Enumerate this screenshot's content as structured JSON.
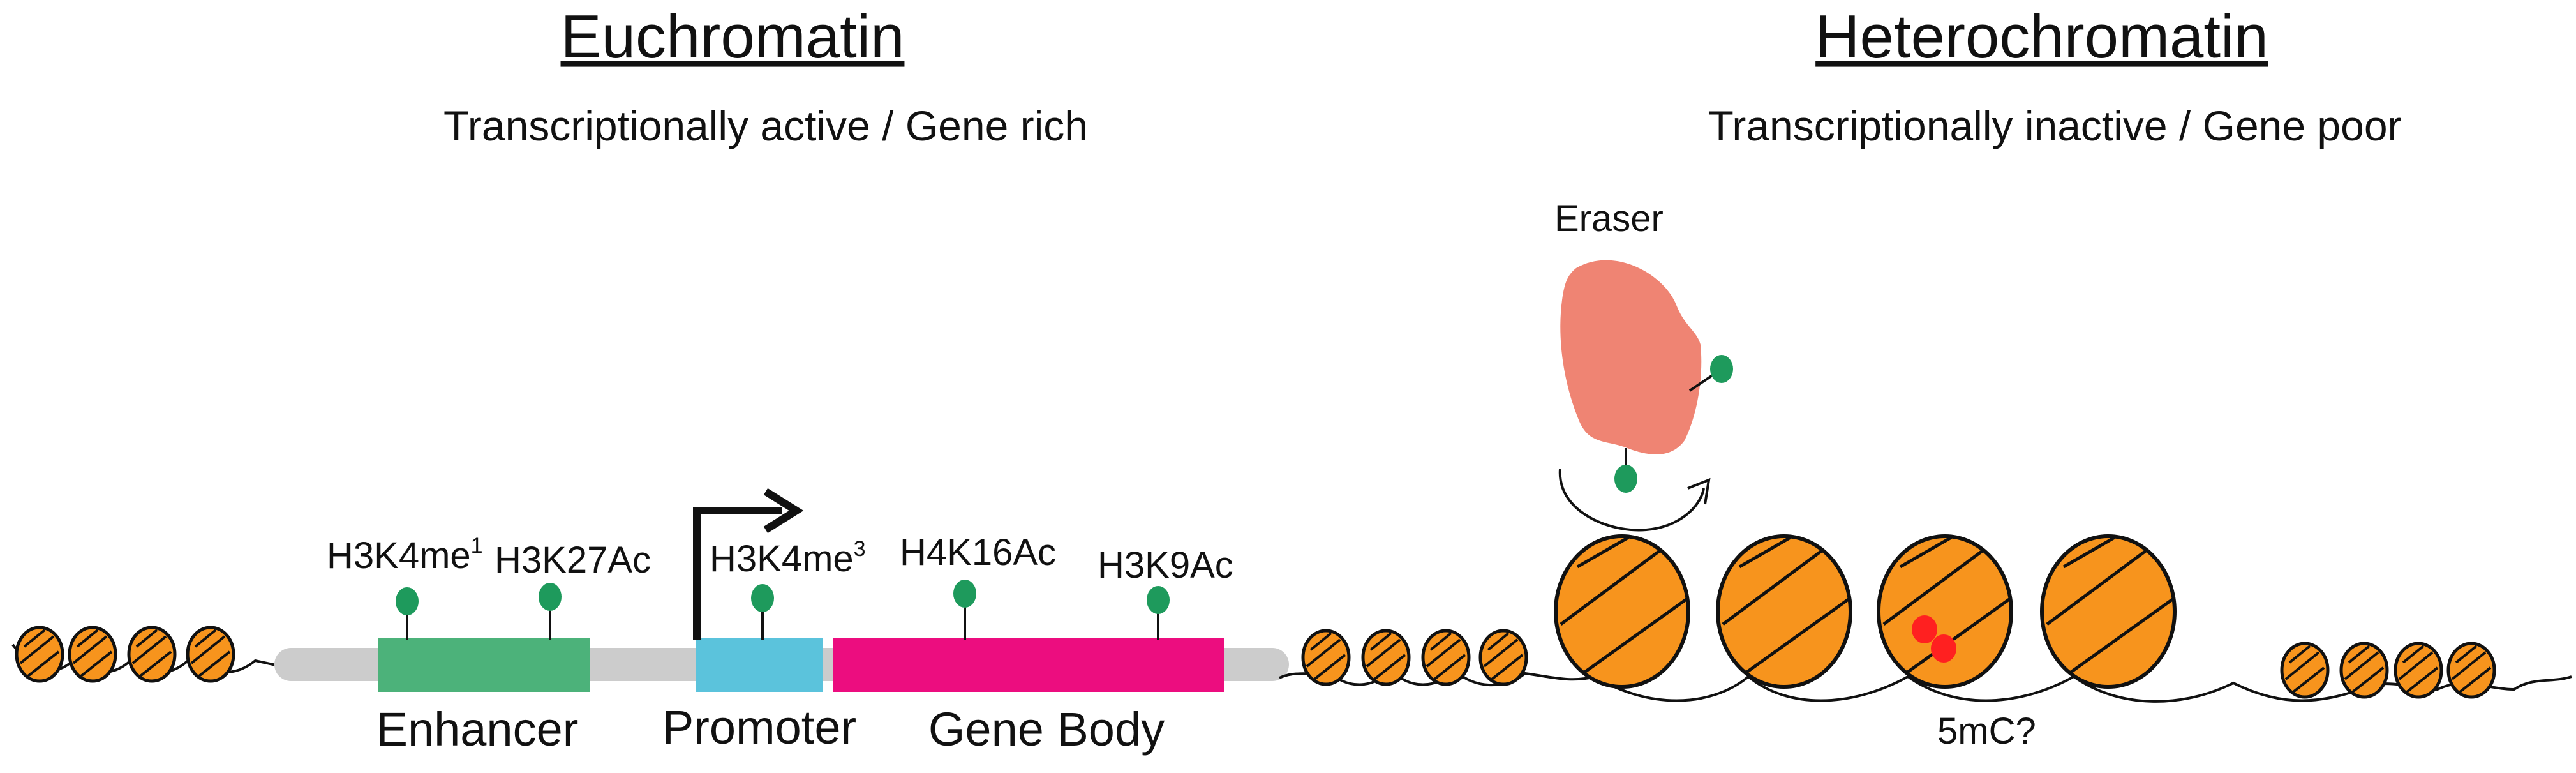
{
  "left_panel": {
    "title": "Euchromatin",
    "subtitle": "Transcriptionally active / Gene rich",
    "marks": [
      {
        "base": "H3K4me",
        "sup": "1"
      },
      {
        "base": "H3K27Ac",
        "sup": ""
      },
      {
        "base": "H3K4me",
        "sup": "3"
      },
      {
        "base": "H4K16Ac",
        "sup": ""
      },
      {
        "base": "H3K9Ac",
        "sup": ""
      }
    ],
    "regions": {
      "enhancer": "Enhancer",
      "promoter": "Promoter",
      "gene_body": "Gene Body"
    }
  },
  "right_panel": {
    "title": "Heterochromatin",
    "subtitle": "Transcriptionally inactive / Gene poor",
    "eraser_label": "Eraser",
    "methylation_label": "5mC?"
  },
  "colors": {
    "nucleosome": "#f7941d",
    "enhancer": "#4cb27a",
    "promoter": "#5bc3dc",
    "gene_body": "#ec0d7f",
    "backbone": "#cccccc",
    "mark_dot": "#1e9a5c",
    "eraser": "#ef8473",
    "methyl": "#ff2020"
  }
}
